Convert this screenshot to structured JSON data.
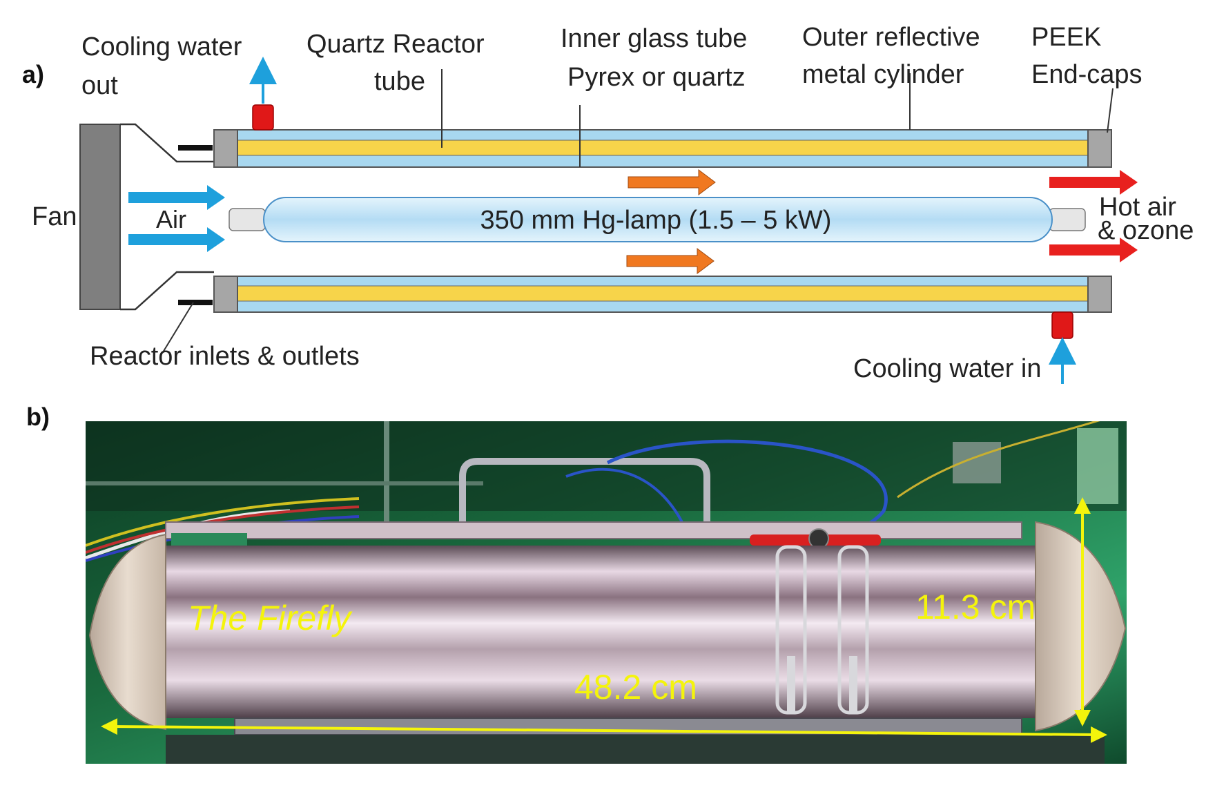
{
  "panel_a": {
    "panel_label": "a)",
    "labels": {
      "cooling_out_line1": "Cooling water",
      "cooling_out_line2": "out",
      "quartz_line1": "Quartz Reactor",
      "quartz_line2": "tube",
      "inner_line1": "Inner glass tube",
      "inner_line2": "Pyrex or quartz",
      "outer_line1": "Outer reflective",
      "outer_line2": "metal cylinder",
      "peek_line1": "PEEK",
      "peek_line2": "End-caps",
      "fan": "Fan",
      "air": "Air",
      "lamp": "350 mm Hg-lamp (1.5 – 5 kW)",
      "hot_line1": "Hot air",
      "hot_line2": "& ozone",
      "inlets": "Reactor inlets & outlets",
      "cooling_in": "Cooling water in"
    },
    "colors": {
      "tube_blue": "#a8d8f0",
      "quartz_yellow": "#f7d44a",
      "lamp_blue": "#c8e8f8",
      "endcap_gray": "#a6a6a6",
      "fan_gray": "#7f7f7f",
      "air_arrow": "#1ea0dc",
      "flow_arrow": "#f07820",
      "hot_arrow": "#e8201e",
      "port_red": "#e01818"
    }
  },
  "panel_b": {
    "panel_label": "b)",
    "photo_title": "The Firefly",
    "diameter": "11.3 cm",
    "length": "48.2 cm",
    "annotation_color": "#f4f40c"
  }
}
